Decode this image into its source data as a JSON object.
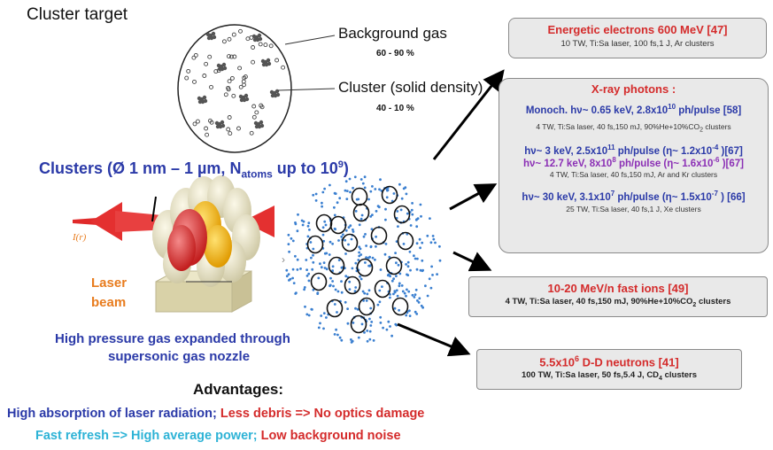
{
  "colors": {
    "red": "#d42b2b",
    "blue": "#2b3aa8",
    "purple": "#8b2fb5",
    "cyan": "#2eb3d6",
    "orange": "#e87c1e",
    "box_bg": "#e9e9e9"
  },
  "left": {
    "title": "Cluster target",
    "bg_gas_label": "Background gas",
    "bg_gas_pct": "60 - 90 %",
    "cluster_label": "Cluster (solid density)",
    "cluster_pct": "40 - 10 %",
    "clusters_heading": "Clusters (Ø 1 nm – 1 µm, Natoms up to 109)",
    "clusters_prefix": "Clusters (Ø 1 nm – 1 µm, N",
    "clusters_sub": "atoms",
    "clusters_mid": " up to 10",
    "clusters_sup": "9",
    "clusters_end": ")",
    "intensity": "I(r)",
    "laser": "Laser",
    "beam": "beam",
    "nozzle_1": "High pressure gas expanded through",
    "nozzle_2": "supersonic gas nozzle",
    "advantages": "Advantages:",
    "adv1a": "High absorption of laser radiation;",
    "adv1b": "Less debris => No optics damage",
    "adv2a": "Fast refresh => High average power;",
    "adv2b": "Low background noise"
  },
  "right": {
    "electrons_title": "Energetic electrons 600 MeV [47]",
    "electrons_sub": "10 TW, Ti:Sa laser, 100 fs,1 J, Ar clusters",
    "xray_title": "X-ray photons :",
    "xray1_title": "Monoch. hν~ 0.65 keV, 2.8x1010 ph/pulse [58]",
    "xray1_sub": "4 TW, Ti:Sa laser, 40 fs,150 mJ, 90%He+10%CO2 clusters",
    "xray2_title": "hν~ 3 keV, 2.5x1011 ph/pulse (η~ 1.2x10-4 )[67]",
    "xray3_title": "hν~ 12.7 keV, 8x108 ph/pulse (η~ 1.6x10-6 )[67]",
    "xray23_sub": "4 TW, Ti:Sa laser, 40 fs,150 mJ, Ar and Kr clusters",
    "xray4_title": "hν~ 30 keV, 3.1x107 ph/pulse (η~ 1.5x10-7 ) [66]",
    "xray4_sub": "25 TW, Ti:Sa laser, 40 fs,1 J, Xe clusters",
    "ions_title": "10-20 MeV/n fast ions [49]",
    "ions_sub": "4 TW, Ti:Sa laser, 40 fs,150 mJ, 90%He+10%CO2 clusters",
    "neutrons_title": "5.5x106 D-D neutrons [41]",
    "neutrons_sub": "100 TW, Ti:Sa laser, 50 fs,5.4 J, CD4 clusters"
  }
}
